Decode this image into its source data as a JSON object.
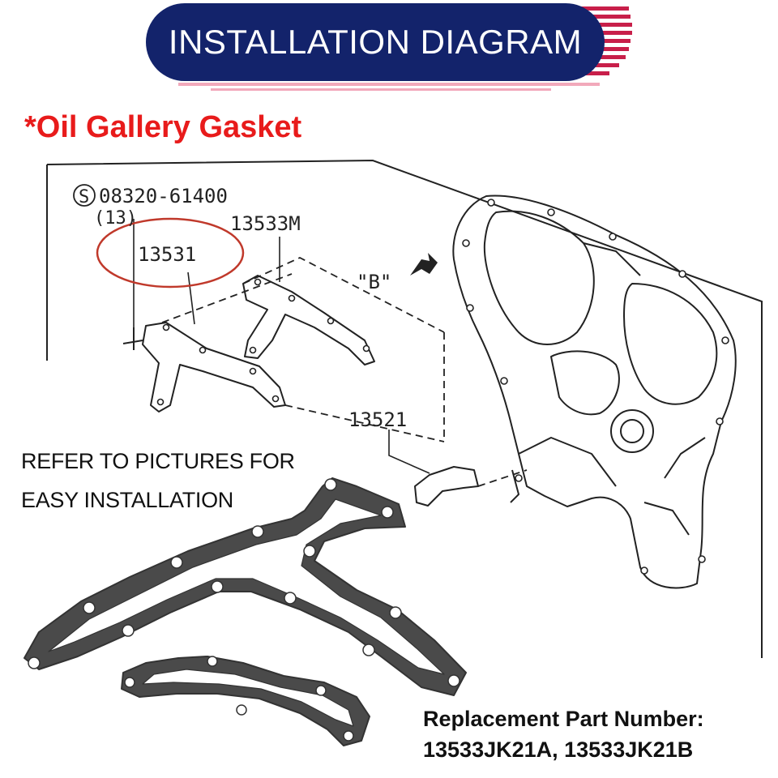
{
  "banner": {
    "title": "INSTALLATION DIAGRAM"
  },
  "subtitle": "*Oil Gallery Gasket",
  "diagram": {
    "bolt_symbol": "S",
    "bolt_part": "08320-61400",
    "bolt_qty": "(13)",
    "part_circled": "13531",
    "part_upper": "13533M",
    "part_lower": "13521",
    "view_marker": "\"B\""
  },
  "instructions": {
    "line1": "REFER TO PICTURES FOR",
    "line2": "EASY INSTALLATION"
  },
  "replacement": {
    "label": "Replacement Part Number:",
    "numbers": "13533JK21A, 13533JK21B"
  },
  "colors": {
    "banner_bg": "#13236b",
    "subtitle": "#e81b1b",
    "circle": "#c0392b",
    "gasket": "#4a4a4a"
  }
}
